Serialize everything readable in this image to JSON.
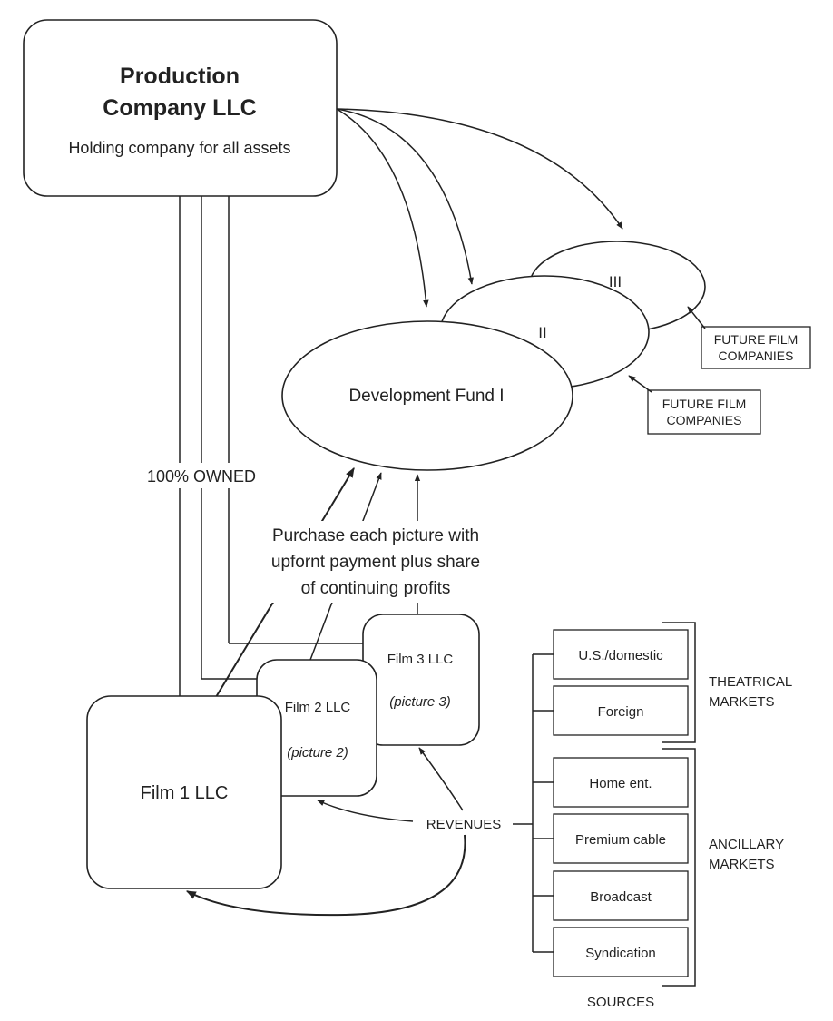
{
  "production_company": {
    "title_line1": "Production",
    "title_line2": "Company LLC",
    "subtitle": "Holding company for all assets"
  },
  "funds": {
    "fund1": "Development Fund I",
    "fund2": "II",
    "fund3": "III"
  },
  "future_companies": [
    {
      "line1": "FUTURE FILM",
      "line2": "COMPANIES"
    },
    {
      "line1": "FUTURE FILM",
      "line2": "COMPANIES"
    }
  ],
  "ownership_label": "100% OWNED",
  "purchase_note": {
    "line1": "Purchase each picture with",
    "line2": "upfornt payment plus share",
    "line3": "of continuing profits"
  },
  "films": [
    {
      "name": "Film 1 LLC",
      "picture": ""
    },
    {
      "name": "Film 2 LLC",
      "picture": "(picture 2)"
    },
    {
      "name": "Film 3 LLC",
      "picture": "(picture 3)"
    }
  ],
  "revenues_label": "REVENUES",
  "sources": {
    "theatrical": [
      "U.S./domestic",
      "Foreign"
    ],
    "ancillary": [
      "Home ent.",
      "Premium cable",
      "Broadcast",
      "Syndication"
    ],
    "theatrical_label_line1": "THEATRICAL",
    "theatrical_label_line2": "MARKETS",
    "ancillary_label_line1": "ANCILLARY",
    "ancillary_label_line2": "MARKETS",
    "footer": "SOURCES"
  }
}
